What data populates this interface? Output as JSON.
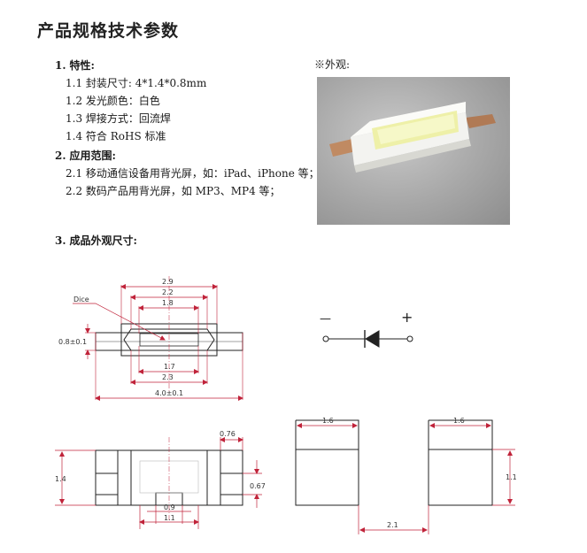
{
  "page": {
    "title": "产品规格技术参数"
  },
  "features": {
    "number": "1.",
    "heading": "特性:",
    "items": [
      "1.1 封装尺寸: 4*1.4*0.8mm",
      "1.2 发光颜色：白色",
      "1.3 焊接方式：回流焊",
      "1.4 符合 RoHS 标准"
    ]
  },
  "applications": {
    "number": "2.",
    "heading": "应用范围:",
    "items": [
      "2.1 移动通信设备用背光屏，如：iPad、iPhone 等；",
      "2.2 数码产品用背光屏，如 MP3、MP4 等；"
    ]
  },
  "dimensions_section": {
    "number": "3.",
    "heading": "成品外观尺寸:"
  },
  "appearance": {
    "label": "※外观:"
  },
  "top_view": {
    "dim_2_9": "2.9",
    "dim_2_2": "2.2",
    "dim_1_8": "1.8",
    "dim_1_7": "1.7",
    "dim_2_3": "2.3",
    "dim_total": "4.0±0.1",
    "dim_height": "0.8±0.1",
    "dice_label": "Dice"
  },
  "symbol": {
    "minus": "—",
    "plus": "+"
  },
  "bottom_view": {
    "dim_1_4": "1.4",
    "dim_0_76": "0.76",
    "dim_0_67": "0.67",
    "dim_0_9": "0.9",
    "dim_1_1": "1.1"
  },
  "pad_layout": {
    "pad_left_width": "1.6",
    "pad_right_width": "1.6",
    "pad_height": "1.1",
    "pad_gap": "2.1"
  }
}
